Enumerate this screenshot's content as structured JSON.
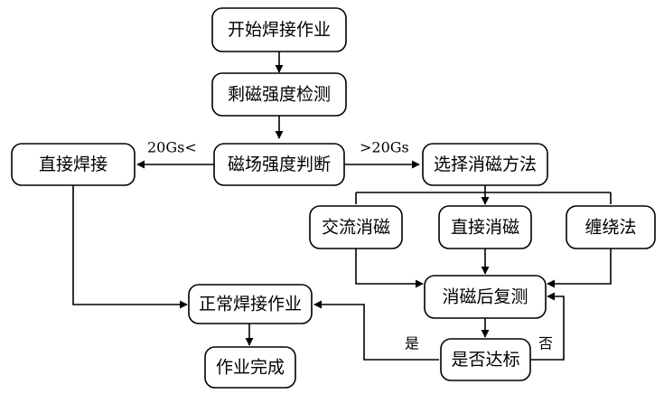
{
  "nodes": {
    "start": "开始焊接作业",
    "residual_check": "剩磁强度检测",
    "judge": "磁场强度判断",
    "direct_weld": "直接焊接",
    "choose_method": "选择消磁方法",
    "ac_demag": "交流消磁",
    "dc_demag": "直接消磁",
    "winding": "缠绕法",
    "retest": "消磁后复测",
    "normal_weld": "正常焊接作业",
    "done": "作业完成",
    "pass_check": "是否达标"
  },
  "edge_labels": {
    "less": "20Gs<",
    "greater": ">20Gs",
    "yes": "是",
    "no": "否"
  }
}
